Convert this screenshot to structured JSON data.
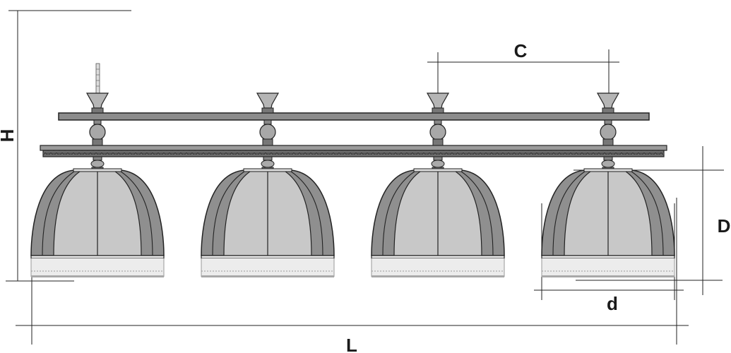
{
  "diagram": {
    "title": "",
    "lamp_count": 4,
    "dimensions": {
      "height_label": "H",
      "length_label": "L",
      "spacing_label": "C",
      "shade_height_label": "D",
      "shade_diameter_label": "d"
    },
    "colors": {
      "shade_outer": "#8f8f8f",
      "shade_inner": "#c8c8c8",
      "bar": "#8c8c8c",
      "fringe": "#ececec",
      "line": "#222222"
    }
  }
}
